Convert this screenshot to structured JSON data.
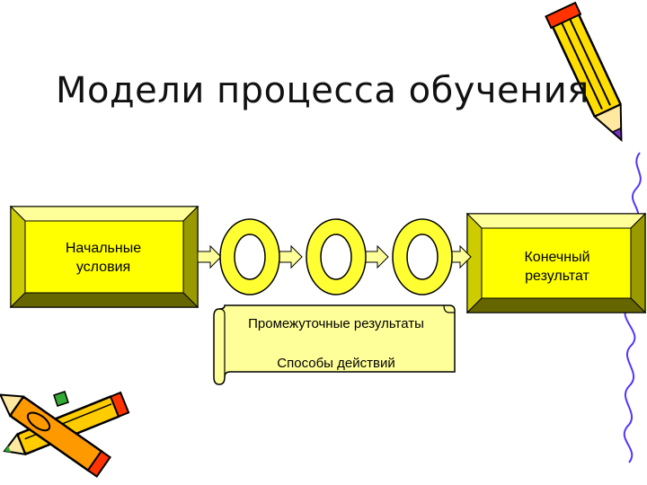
{
  "title": "Модели процесса обучения",
  "start_box": {
    "line1": "Начальные",
    "line2": "условия"
  },
  "end_box": {
    "line1": "Конечный",
    "line2": "результат"
  },
  "scroll": {
    "line1": "Промежуточные результаты",
    "line2": "Способы действий"
  },
  "colors": {
    "box_fill": "#ffff00",
    "ring_fill": "#ffff33",
    "scroll_fill": "#ffff99",
    "arrow_fill": "#ffff99",
    "squiggle": "#5533ff"
  },
  "icons": [
    "pencil-icon",
    "crossed-pencils-icon"
  ]
}
